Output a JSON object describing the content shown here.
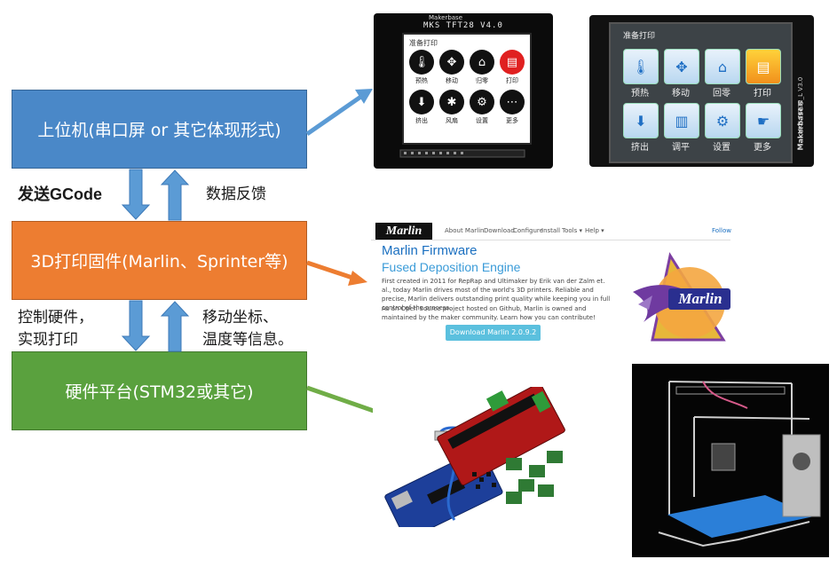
{
  "boxes": {
    "top": {
      "text": "上位机(串口屏 or 其它体现形式)",
      "color": "#4a88c8"
    },
    "middle": {
      "text": "3D打印固件(Marlin、Sprinter等)",
      "color": "#ed7d31"
    },
    "bottom": {
      "text": "硬件平台(STM32或其它)",
      "color": "#5aa13e"
    }
  },
  "labels": {
    "send_gcode": "发送GCode",
    "data_feedback": "数据反馈",
    "control_hw": "控制硬件，",
    "realize_print": "实现打印",
    "move_coords": "移动坐标、",
    "temp_info": "温度等信息。"
  },
  "tft28": {
    "brand": "Makerbase",
    "model": "MKS TFT28 V4.0",
    "title": "准备打印",
    "buttons": [
      "预热",
      "移动",
      "归零",
      "打印",
      "挤出",
      "风扇",
      "设置",
      "更多"
    ]
  },
  "tft32": {
    "brand": "Makerbase®",
    "model": "MKS TFT32_L V3.0",
    "title": "准备打印",
    "buttons": [
      "预热",
      "移动",
      "回零",
      "打印",
      "挤出",
      "调平",
      "设置",
      "更多"
    ]
  },
  "marlin_site": {
    "logo": "Marlin",
    "nav": [
      "About Marlin",
      "Download",
      "Configure",
      "Install",
      "Tools ▾",
      "Help ▾"
    ],
    "follow": "Follow",
    "title": "Marlin Firmware",
    "subtitle": "Fused Deposition Engine",
    "p1": "First created in 2011 for RepRap and Ultimaker by Erik van der Zalm et. al., today Marlin drives most of the world's 3D printers. Reliable and precise, Marlin delivers outstanding print quality while keeping you in full control of the process.",
    "p2": "As an Open Source project hosted on Github, Marlin is owned and maintained by the maker community. Learn how you can contribute!",
    "download_button": "Download Marlin 2.0.9.2",
    "emblem_text": "Marlin"
  },
  "colors": {
    "arrow_blue": "#5b9bd5",
    "arrow_orange": "#ed7d31",
    "arrow_green": "#70ad47",
    "marlin_title": "#1a6fc0",
    "marlin_subtitle": "#3a9bd8",
    "download_btn": "#5bc0de"
  }
}
